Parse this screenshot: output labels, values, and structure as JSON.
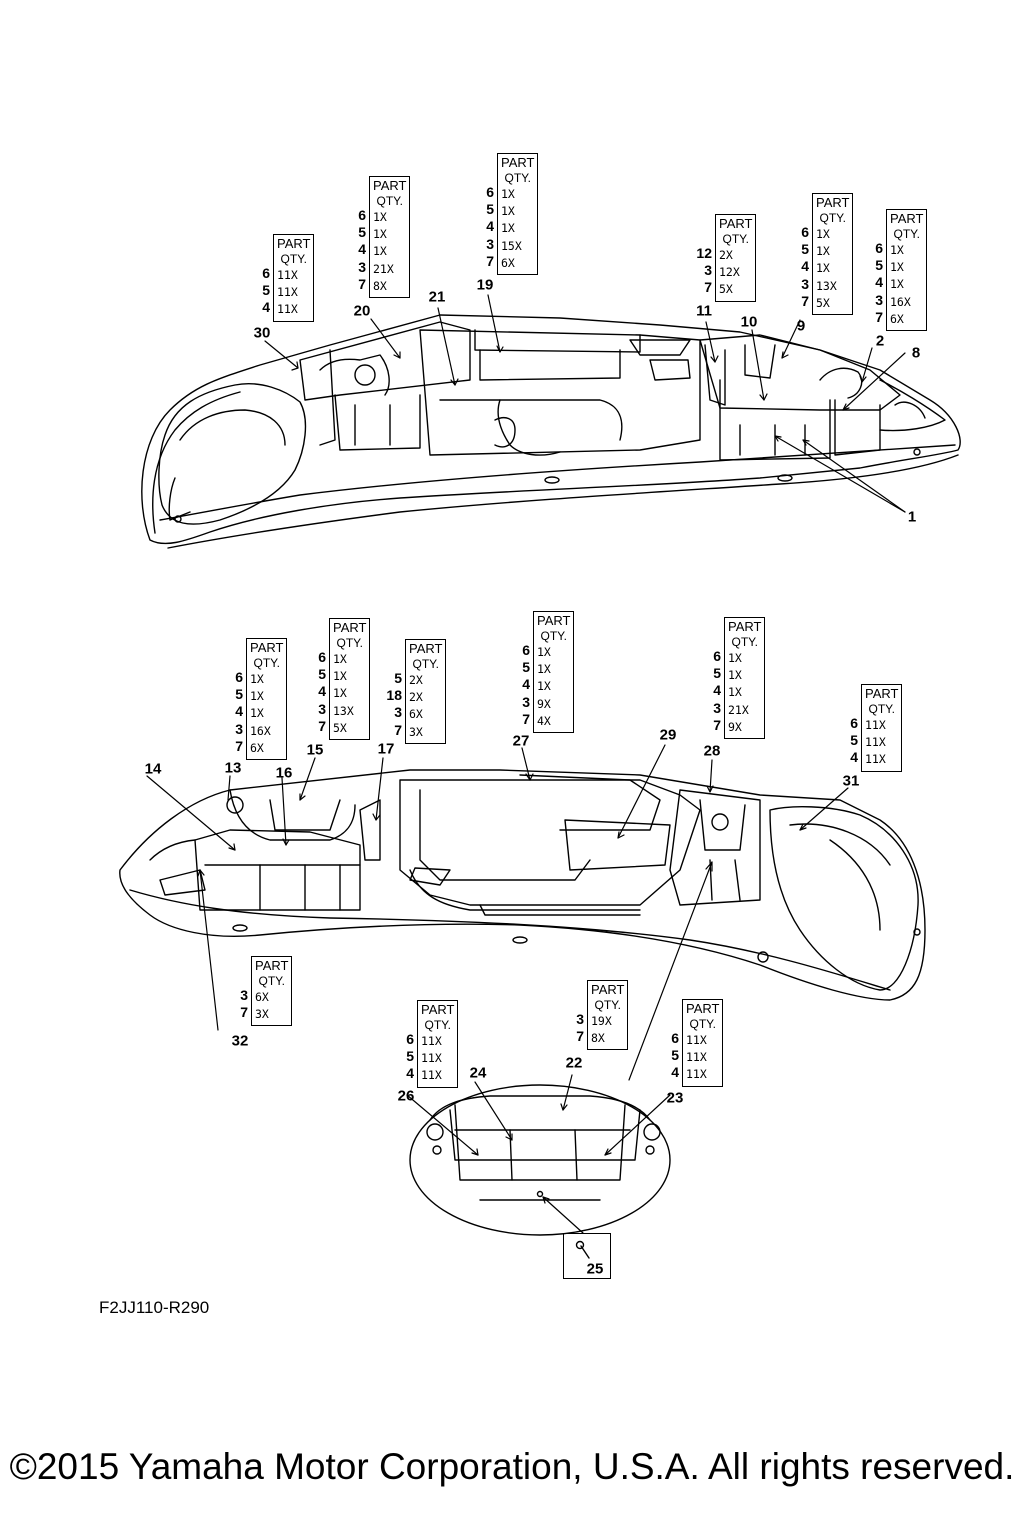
{
  "header_part": "PART",
  "header_qty": "QTY.",
  "tables": [
    {
      "id": "t30",
      "parts": [
        "6",
        "5",
        "4"
      ],
      "qtys": [
        "11X",
        "11X",
        "11X"
      ]
    },
    {
      "id": "t20",
      "parts": [
        "6",
        "5",
        "4",
        "3",
        "7"
      ],
      "qtys": [
        "1X",
        "1X",
        "1X",
        "21X",
        "8X"
      ]
    },
    {
      "id": "t19",
      "parts": [
        "6",
        "5",
        "4",
        "3",
        "7"
      ],
      "qtys": [
        "1X",
        "1X",
        "1X",
        "15X",
        "6X"
      ]
    },
    {
      "id": "t11",
      "parts": [
        "12",
        "3",
        "7"
      ],
      "qtys": [
        "2X",
        "12X",
        "5X"
      ]
    },
    {
      "id": "t9",
      "parts": [
        "6",
        "5",
        "4",
        "3",
        "7"
      ],
      "qtys": [
        "1X",
        "1X",
        "1X",
        "13X",
        "5X"
      ]
    },
    {
      "id": "t2",
      "parts": [
        "6",
        "5",
        "4",
        "3",
        "7"
      ],
      "qtys": [
        "1X",
        "1X",
        "1X",
        "16X",
        "6X"
      ]
    },
    {
      "id": "t13",
      "parts": [
        "6",
        "5",
        "4",
        "3",
        "7"
      ],
      "qtys": [
        "1X",
        "1X",
        "1X",
        "16X",
        "6X"
      ]
    },
    {
      "id": "t15",
      "parts": [
        "6",
        "5",
        "4",
        "3",
        "7"
      ],
      "qtys": [
        "1X",
        "1X",
        "1X",
        "13X",
        "5X"
      ]
    },
    {
      "id": "t17",
      "parts": [
        "5",
        "18",
        "3",
        "7"
      ],
      "qtys": [
        "2X",
        "2X",
        "6X",
        "3X"
      ]
    },
    {
      "id": "t27",
      "parts": [
        "6",
        "5",
        "4",
        "3",
        "7"
      ],
      "qtys": [
        "1X",
        "1X",
        "1X",
        "9X",
        "4X"
      ]
    },
    {
      "id": "t28",
      "parts": [
        "6",
        "5",
        "4",
        "3",
        "7"
      ],
      "qtys": [
        "1X",
        "1X",
        "1X",
        "21X",
        "9X"
      ]
    },
    {
      "id": "t31",
      "parts": [
        "6",
        "5",
        "4"
      ],
      "qtys": [
        "11X",
        "11X",
        "11X"
      ]
    },
    {
      "id": "t32",
      "parts": [
        "3",
        "7"
      ],
      "qtys": [
        "6X",
        "3X"
      ]
    },
    {
      "id": "t26",
      "parts": [
        "6",
        "5",
        "4"
      ],
      "qtys": [
        "11X",
        "11X",
        "11X"
      ]
    },
    {
      "id": "t22",
      "parts": [
        "3",
        "7"
      ],
      "qtys": [
        "19X",
        "8X"
      ]
    },
    {
      "id": "t23",
      "parts": [
        "6",
        "5",
        "4"
      ],
      "qtys": [
        "11X",
        "11X",
        "11X"
      ]
    }
  ],
  "callouts": [
    "1",
    "2",
    "8",
    "9",
    "10",
    "11",
    "19",
    "20",
    "21",
    "30",
    "13",
    "14",
    "15",
    "16",
    "17",
    "27",
    "28",
    "29",
    "31",
    "32",
    "22",
    "23",
    "24",
    "26",
    "25"
  ],
  "figure_code": "F2JJ110-R290",
  "copyright": "©2015 Yamaha Motor Corporation, U.S.A. All rights reserved."
}
